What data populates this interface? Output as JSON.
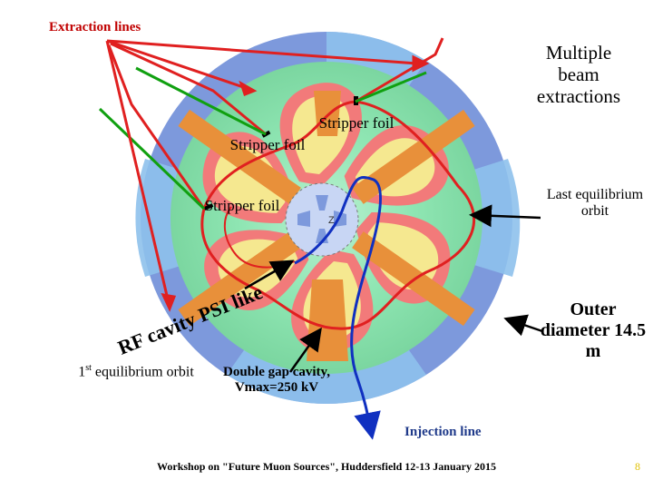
{
  "labels": {
    "extraction_lines": "Extraction lines",
    "multiple_beam_extractions": "Multiple beam extractions",
    "stripper_foil_1": "Stripper foil",
    "stripper_foil_2": "Stripper foil",
    "stripper_foil_3": "Stripper foil",
    "last_equilibrium_orbit": "Last equilibrium orbit",
    "outer_diameter": "Outer diameter 14.5 m",
    "rf_cavity_psi_like": "RF cavity PSI like",
    "first_equilibrium_orbit_num": "1",
    "first_equilibrium_orbit_sup": "st",
    "first_equilibrium_orbit_rest": " equilibrium orbit",
    "double_gap_cavity": "Double gap cavity, Vmax=250 kV",
    "injection_line": "Injection line",
    "center_mark": "Z"
  },
  "footer": {
    "text": "Workshop on \"Future Muon Sources\", Huddersfield 12-13 January 2015",
    "page_number": "8"
  },
  "colors": {
    "extraction_red": "#e02020",
    "extraction_green": "#10a010",
    "injection_blue": "#1030c0",
    "cavity_orange": "#e8903a",
    "outer_ring_blue": "#6f8fd8",
    "field_green": "#86e0a8",
    "magnet_pink": "#f07878",
    "magnet_yellow": "#f5e88c"
  }
}
